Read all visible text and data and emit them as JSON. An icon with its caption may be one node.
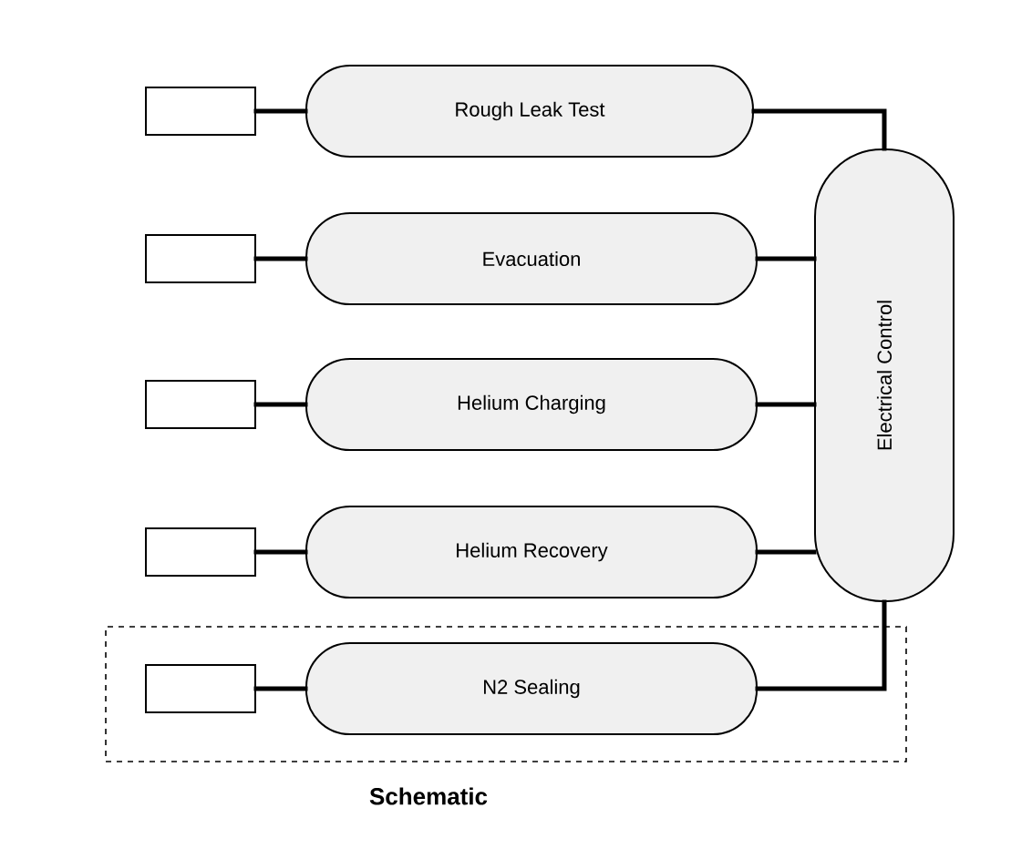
{
  "diagram": {
    "caption": "Schematic",
    "nodes": [
      {
        "text": [],
        "shape": "box"
      },
      {
        "text": [
          "Rough Leak Test"
        ]
      },
      {
        "text": [],
        "shape": "box"
      },
      {
        "text": [
          "Evacuation"
        ]
      },
      {
        "text": [],
        "shape": "box"
      },
      {
        "text": [
          "Helium Charging"
        ]
      },
      {
        "text": [],
        "shape": "box"
      },
      {
        "text": [
          "Helium Recovery"
        ]
      },
      {
        "text": [
          "Electrical Control"
        ]
      },
      {
        "text": [],
        "shape": "box"
      },
      {
        "text": [],
        "shape": "box",
        "in": 9
      },
      {
        "text": [
          "N2 Sealing"
        ],
        "in": 9
      }
    ],
    "edges": [
      {
        "from": 0,
        "to": 1,
        "arrow": "none"
      },
      {
        "from": 2,
        "to": 3,
        "arrow": "none"
      },
      {
        "from": 4,
        "to": 5,
        "arrow": "none"
      },
      {
        "from": 6,
        "to": 7,
        "arrow": "none"
      },
      {
        "from": 10,
        "to": 11,
        "arrow": "none"
      },
      {
        "from": 1,
        "to": 8,
        "arrow": "none"
      },
      {
        "from": 3,
        "to": 8,
        "arrow": "none"
      },
      {
        "from": 5,
        "to": 8,
        "arrow": "none"
      },
      {
        "from": 7,
        "to": 8,
        "arrow": "none"
      },
      {
        "from": 8,
        "to": 11,
        "arrow": "none"
      }
    ]
  }
}
